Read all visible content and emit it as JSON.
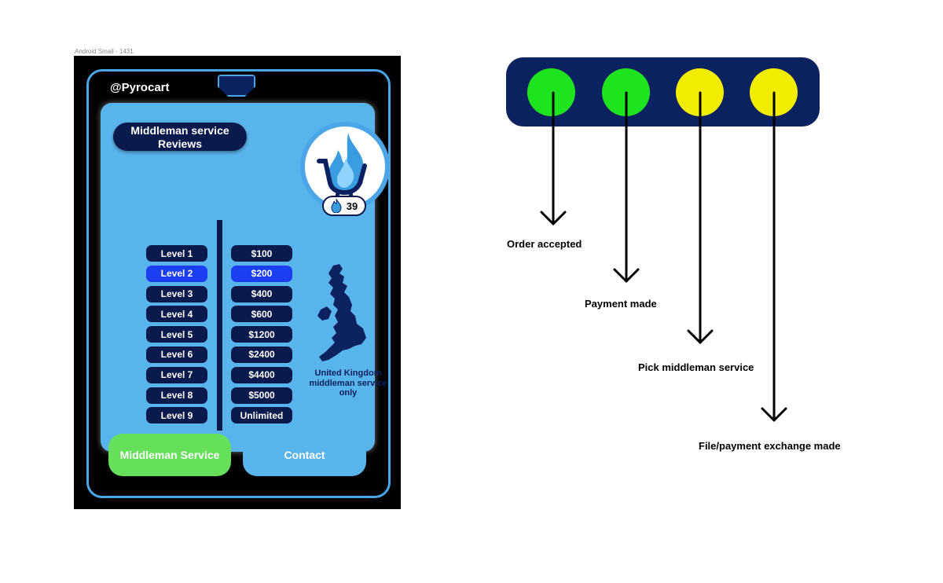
{
  "frame": {
    "label": "Android Small - 1431"
  },
  "app": {
    "username": "@Pyrocart",
    "title": "Middleman service Reviews",
    "badge_count": "39",
    "levels": [
      {
        "level": "Level 1",
        "price": "$100",
        "active": false
      },
      {
        "level": "Level 2",
        "price": "$200",
        "active": true
      },
      {
        "level": "Level 3",
        "price": "$400",
        "active": false
      },
      {
        "level": "Level 4",
        "price": "$600",
        "active": false
      },
      {
        "level": "Level 5",
        "price": "$1200",
        "active": false
      },
      {
        "level": "Level 6",
        "price": "$2400",
        "active": false
      },
      {
        "level": "Level 7",
        "price": "$4400",
        "active": false
      },
      {
        "level": "Level 8",
        "price": "$5000",
        "active": false
      },
      {
        "level": "Level 9",
        "price": "Unlimited",
        "active": false
      }
    ],
    "region_note": "United Kingdom middleman service only",
    "buttons": {
      "middleman": "Middleman Service",
      "contact": "Contact"
    },
    "icons": {
      "logo": "flame-cart-logo-icon",
      "badge": "flame-icon",
      "map": "uk-map-icon"
    }
  },
  "status": {
    "steps": [
      {
        "label": "Order accepted",
        "color": "#1ee31e"
      },
      {
        "label": "Payment made",
        "color": "#1ee31e"
      },
      {
        "label": "Pick middleman service",
        "color": "#f2ec00"
      },
      {
        "label": "File/payment exchange made",
        "color": "#f2ec00"
      }
    ]
  },
  "colors": {
    "navy": "#0b1a4d",
    "panel": "#5ab4ec",
    "accent_border": "#4aa6e6",
    "active": "#1a3ef0",
    "green_button": "#66e05a"
  }
}
